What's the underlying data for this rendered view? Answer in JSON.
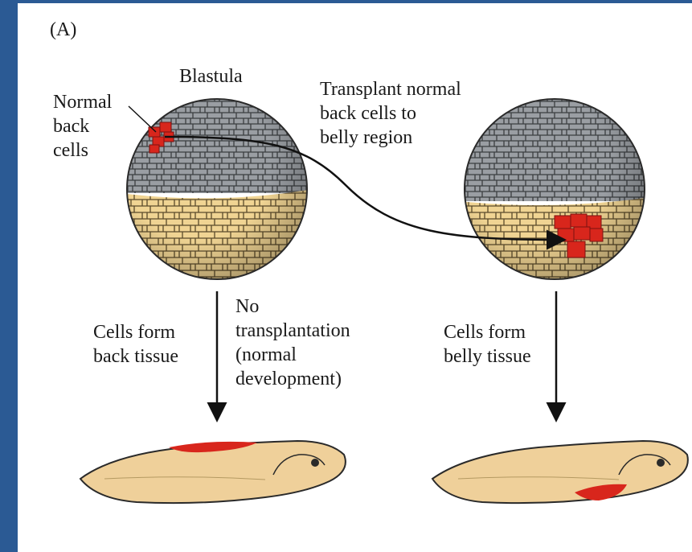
{
  "panel_label": "(A)",
  "labels": {
    "blastula": "Blastula",
    "normal_back_cells": "Normal\nback\ncells",
    "transplant": "Transplant normal\nback cells to\nbelly region",
    "no_transplantation": "No\ntransplantation\n(normal\ndevelopment)",
    "cells_form_back": "Cells form\nback tissue",
    "cells_form_belly": "Cells form\nbelly tissue"
  },
  "colors": {
    "frame": "#2b5a94",
    "animal_pole": "#9a9ea3",
    "vegetal_pole": "#f0d493",
    "transplanted_cells": "#d8261c",
    "embryo_body": "#efd09a",
    "outline": "#2a2a2a"
  }
}
